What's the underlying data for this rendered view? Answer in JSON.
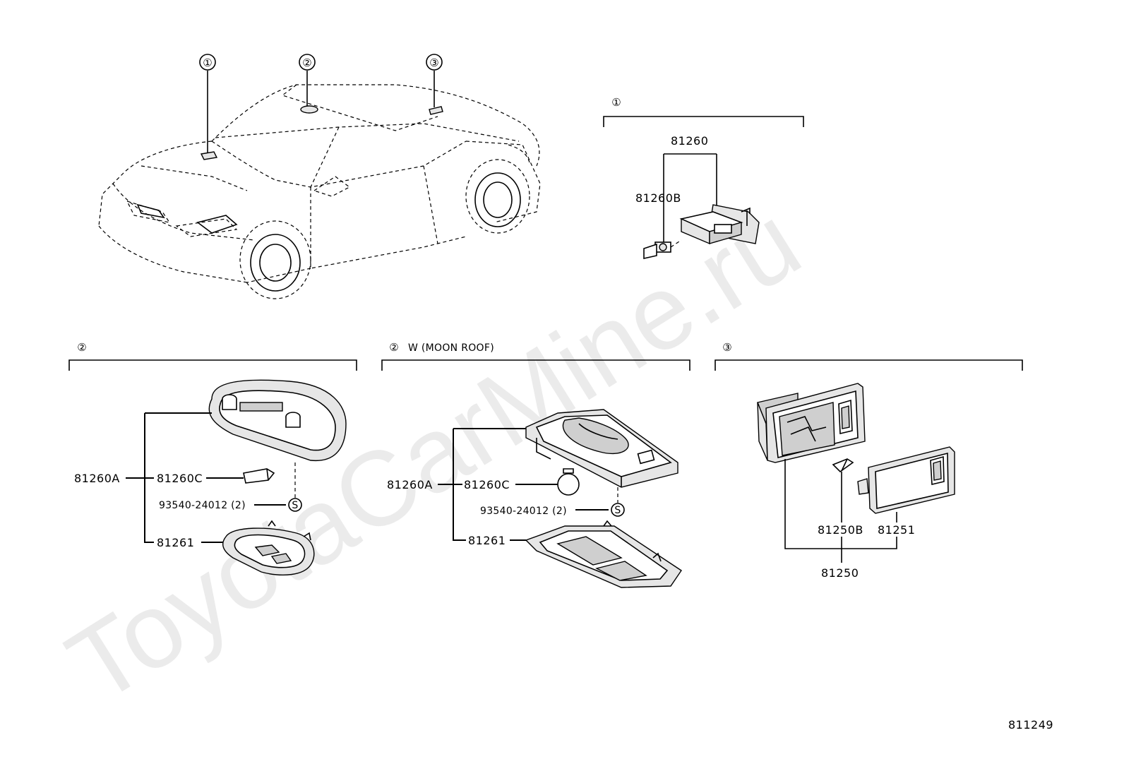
{
  "watermark": "ToyotaCarMine.ru",
  "figure_code": "811249",
  "car_callouts": [
    "①",
    "②",
    "③"
  ],
  "section1": {
    "marker": "①",
    "assembly": "81260",
    "bulb": "81260B"
  },
  "section2": {
    "marker": "②",
    "assembly": "81260A",
    "bulb": "81260C",
    "screw": "93540-24012 (2)",
    "lens": "81261"
  },
  "section2w": {
    "marker": "②",
    "title": "W (MOON  ROOF)",
    "assembly": "81260A",
    "bulb": "81260C",
    "screw": "93540-24012 (2)",
    "lens": "81261"
  },
  "section3": {
    "marker": "③",
    "bulb": "81250B",
    "lens": "81251",
    "assembly": "81250"
  }
}
